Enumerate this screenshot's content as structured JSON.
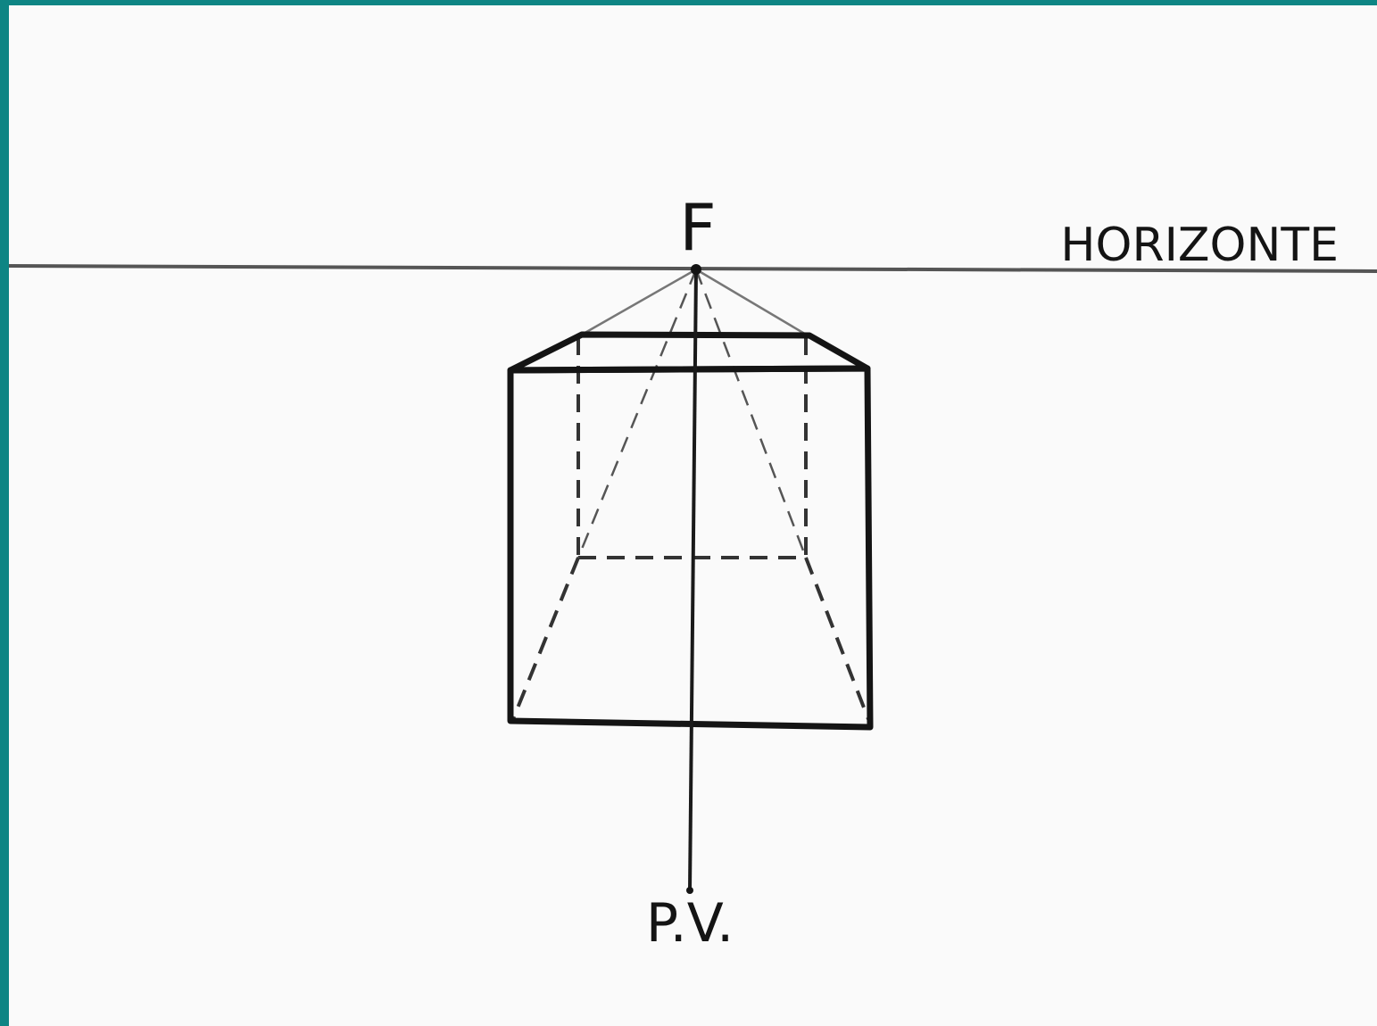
{
  "diagram": {
    "vanishing_point_label": "F",
    "horizon_label": "HORIZONTE",
    "viewpoint_label": "P.V."
  },
  "colors": {
    "border": "#0e8584",
    "paper": "#fafafa",
    "ink": "#141414",
    "thin_line": "#555555"
  }
}
